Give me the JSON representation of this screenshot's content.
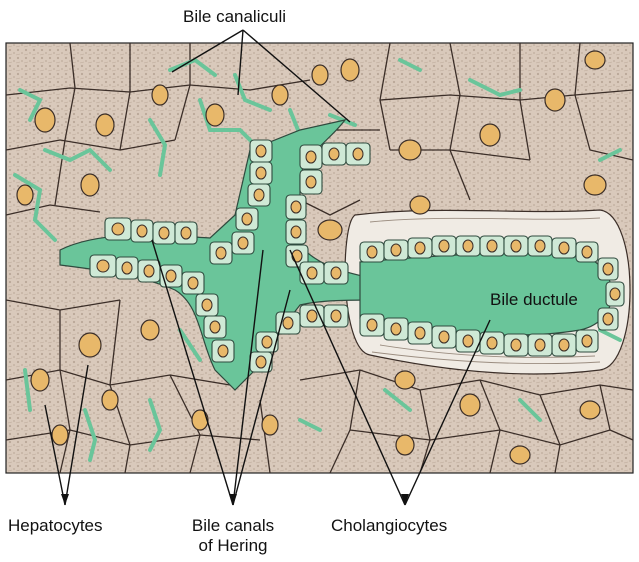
{
  "labels": {
    "bile_canaliculi": "Bile canaliculi",
    "hepatocytes": "Hepatocytes",
    "bile_canals_line1": "Bile canals",
    "bile_canals_line2": "of Hering",
    "cholangiocytes": "Cholangiocytes",
    "bile_ductule": "Bile ductule"
  },
  "colors": {
    "tissue": "#d9c9bb",
    "hepatocyte_edge": "#3b2e28",
    "nucleus": "#e8b86a",
    "bile": "#6ac59a",
    "cholangiocyte": "#cfe9d6",
    "connective": "#f0ebe4"
  }
}
